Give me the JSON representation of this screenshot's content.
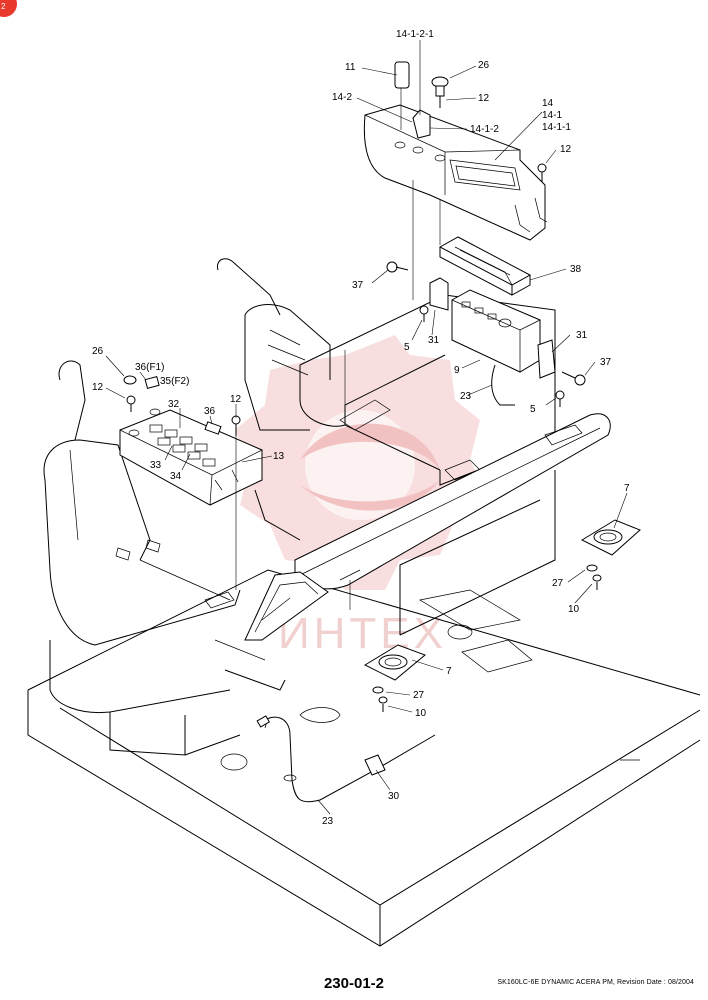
{
  "callouts": {
    "c14121": "14-1-2-1",
    "c11": "11",
    "c26a": "26",
    "c142": "14-2",
    "c12a": "12",
    "c1412": "14-1-2",
    "c14": "14",
    "c141": "14-1",
    "c1411": "14-1-1",
    "c12b": "12",
    "c37a": "37",
    "c38": "38",
    "c5a": "5",
    "c31a": "31",
    "c31b": "31",
    "c9": "9",
    "c37b": "37",
    "c23a": "23",
    "c5b": "5",
    "c26b": "26",
    "c36f1": "36(F1)",
    "c35f2": "35(F2)",
    "c12c": "12",
    "c32": "32",
    "c36": "36",
    "c12d": "12",
    "c13": "13",
    "c33": "33",
    "c34": "34",
    "c7a": "7",
    "c27a": "27",
    "c10a": "10",
    "c7b": "7",
    "c27b": "27",
    "c10b": "10",
    "c30": "30",
    "c23b": "23"
  },
  "page_number": "230-01-2",
  "footer": "SK160LC-6E DYNAMIC ACERA PM, Revision Date : 08/2004",
  "watermark_text": "ИНТЕХ",
  "colors": {
    "watermark": "#f3c9c9",
    "corner_badge": "#e8392c",
    "line": "#000000"
  }
}
